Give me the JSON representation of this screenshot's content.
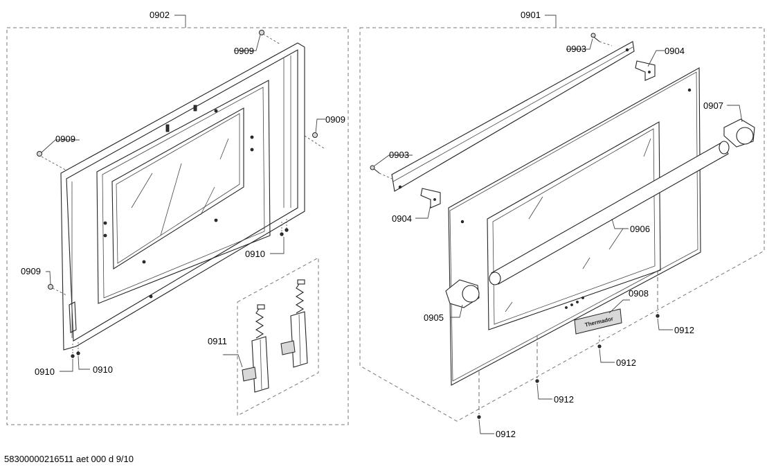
{
  "labels": {
    "l0902": "0902",
    "l0901": "0901",
    "l0909a": "0909",
    "l0909b": "0909",
    "l0909c": "0909",
    "l0909d": "0909",
    "l0910a": "0910",
    "l0910b": "0910",
    "l0910c": "0910",
    "l0911": "0911",
    "l0903a": "0903",
    "l0903b": "0903",
    "l0904a": "0904",
    "l0904b": "0904",
    "l0907": "0907",
    "l0906": "0906",
    "l0905": "0905",
    "l0908": "0908",
    "l0912a": "0912",
    "l0912b": "0912",
    "l0912c": "0912",
    "l0912d": "0912"
  },
  "brand_badge": "Thermador",
  "footer": "58300000216511 aet 000 d 9/10"
}
